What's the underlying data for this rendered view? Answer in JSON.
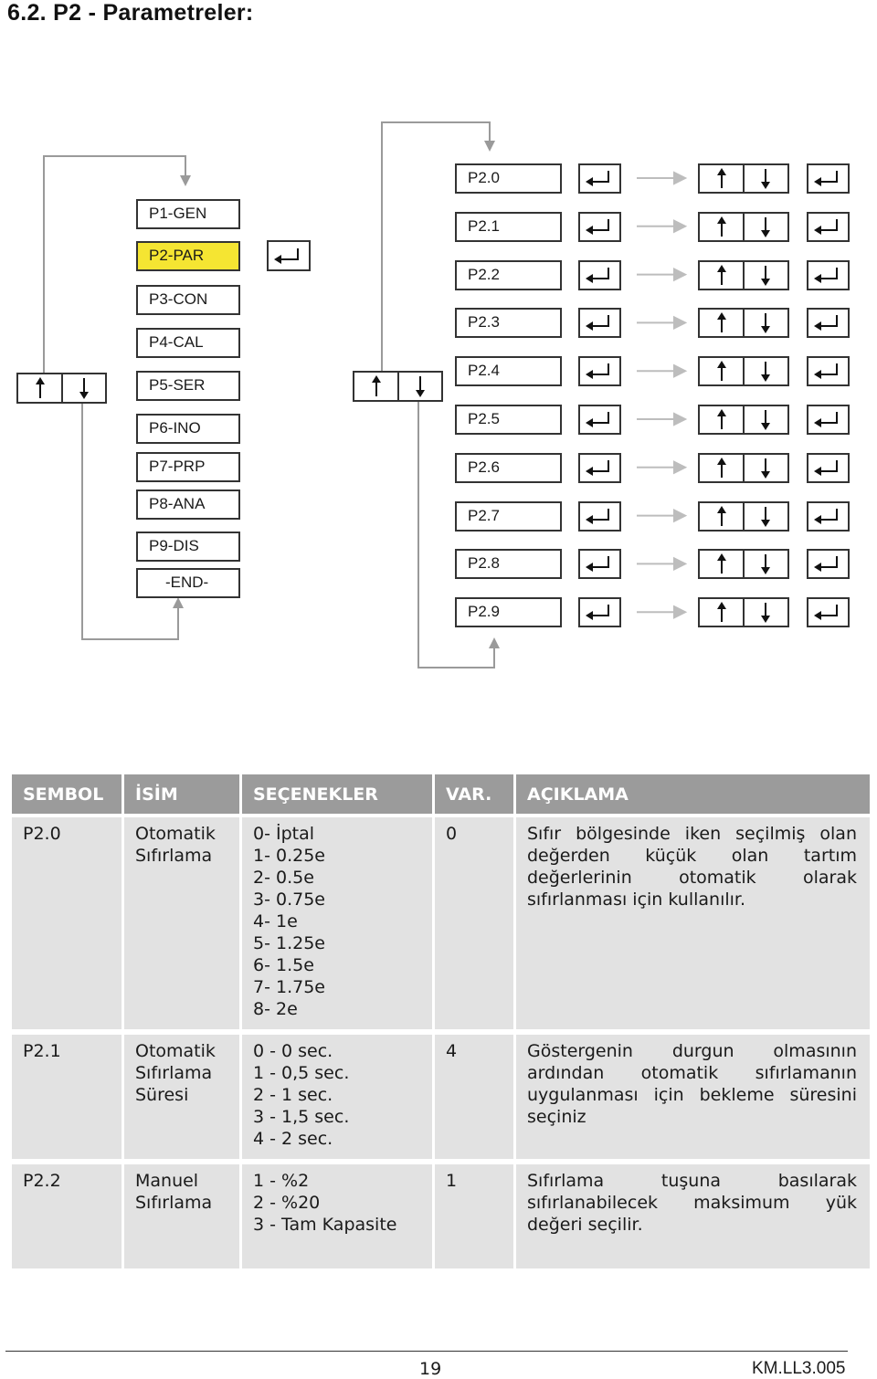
{
  "heading": "6.2.  P2 - Parametreler:",
  "menu": [
    "P1-GEN",
    "P2-PAR",
    "P3-CON",
    "P4-CAL",
    "P5-SER",
    "P6-INO",
    "P7-PRP",
    "P8-ANA",
    "P9-DIS",
    "-END-"
  ],
  "params": [
    "P2.0",
    "P2.1",
    "P2.2",
    "P2.3",
    "P2.4",
    "P2.5",
    "P2.6",
    "P2.7",
    "P2.8",
    "P2.9"
  ],
  "table": {
    "headers": {
      "symbol": "SEMBOL",
      "name": "İSİM",
      "options": "SEÇENEKLER",
      "default": "VAR.",
      "description": "AÇIKLAMA"
    },
    "rows": [
      {
        "symbol": "P2.0",
        "name": "Otomatik Sıfırlama",
        "options": [
          "0- İptal",
          "1- 0.25e",
          "2- 0.5e",
          "3- 0.75e",
          "4- 1e",
          "5- 1.25e",
          "6- 1.5e",
          "7- 1.75e",
          "8- 2e"
        ],
        "default": "0",
        "description": "Sıfır bölgesinde iken seçilmiş olan değerden küçük olan tartım değerlerinin otomatik olarak sıfırlanması için kullanılır."
      },
      {
        "symbol": "P2.1",
        "name": "Otomatik Sıfırlama Süresi",
        "options": [
          "0 - 0 sec.",
          "1 - 0,5 sec.",
          "2 - 1 sec.",
          "3 - 1,5 sec.",
          "4 - 2 sec."
        ],
        "default": "4",
        "description": "Göstergenin durgun olmasının ardından otomatik sıfırlamanın uygulanması için bekleme süresini seçiniz"
      },
      {
        "symbol": "P2.2",
        "name": "Manuel Sıfırlama",
        "options": [
          "1 - %2",
          "2 - %20",
          "3 - Tam Kapasite"
        ],
        "default": "1",
        "description": "Sıfırlama tuşuna basılarak sıfırlanabilecek maksimum yük değeri seçilir."
      }
    ]
  },
  "footer": {
    "page": "19",
    "code": "KM.LL3.005"
  },
  "colors": {
    "highlight": "#f5e532",
    "header_bg": "#9b9b9b",
    "cell_bg": "#e2e2e2"
  }
}
